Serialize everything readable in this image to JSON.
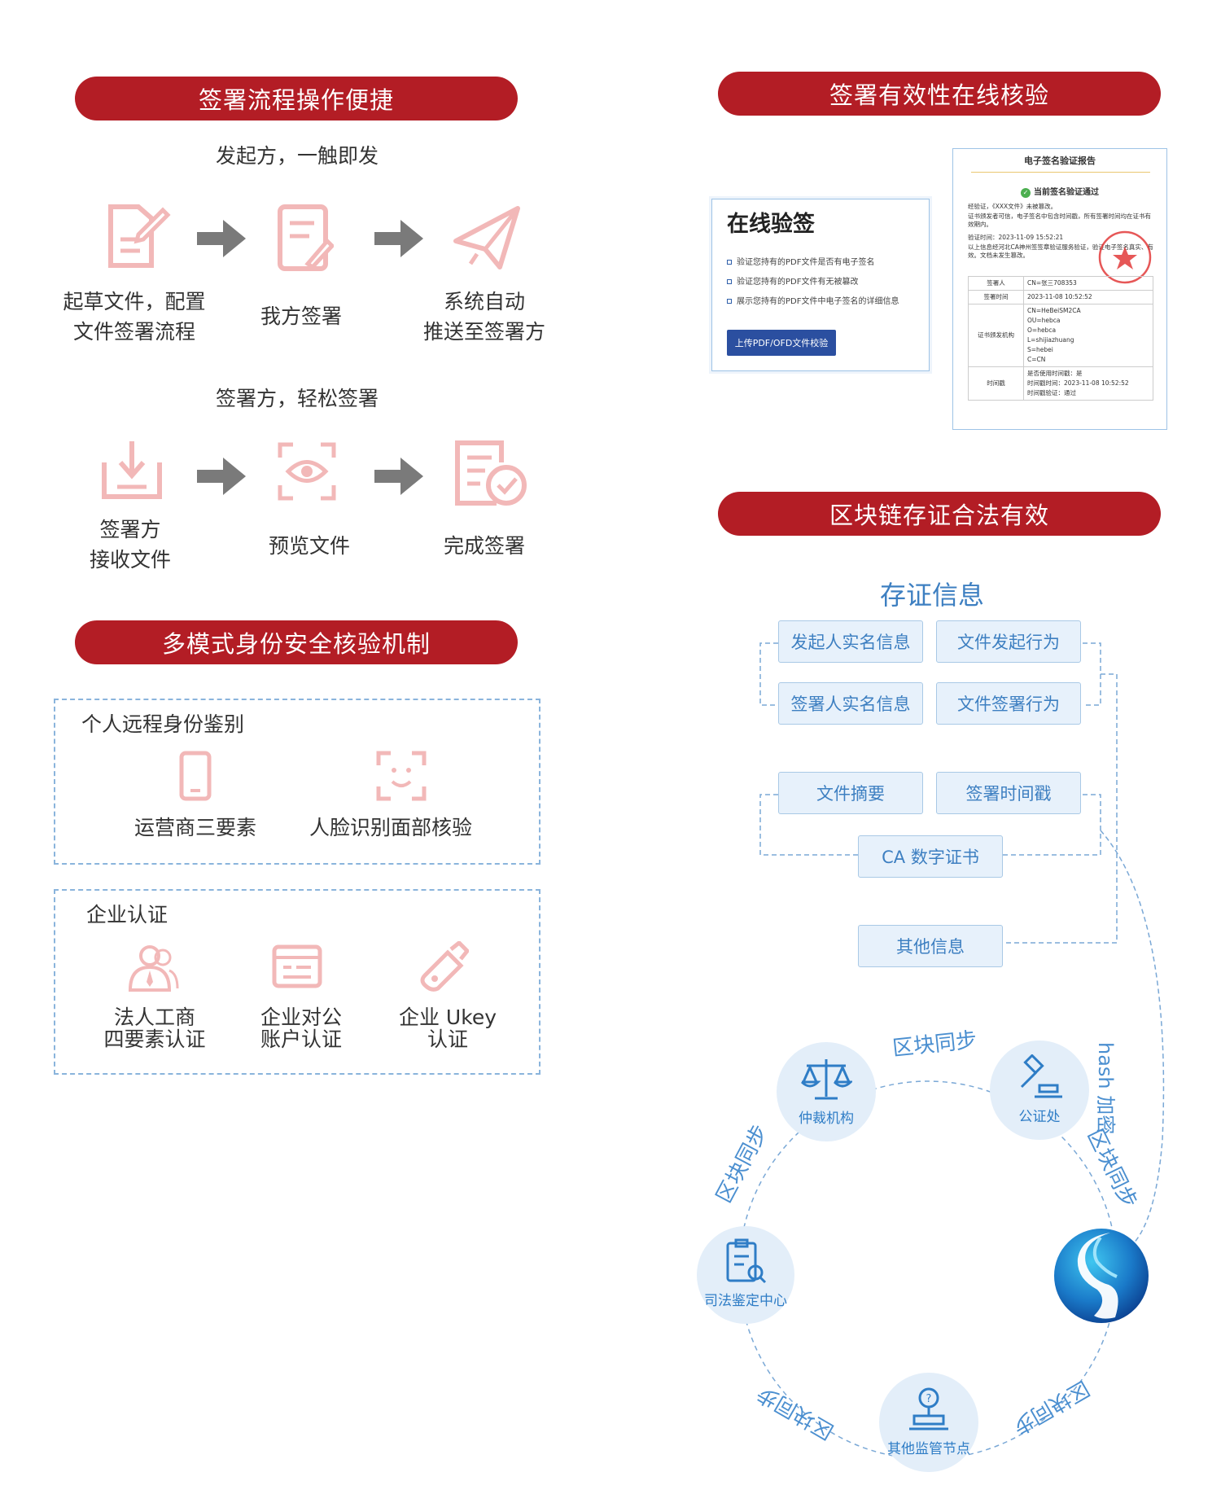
{
  "left": {
    "flow_title": "签署流程操作便捷",
    "initiator_subtitle": "发起方，一触即发",
    "initiator_steps": [
      "起草文件，配置\n文件签署流程",
      "我方签署",
      "系统自动\n推送至签署方"
    ],
    "signer_subtitle": "签署方，轻松签署",
    "signer_steps": [
      "签署方\n接收文件",
      "预览文件",
      "完成签署"
    ],
    "identity_title": "多模式身份安全核验机制",
    "personal": {
      "title": "个人远程身份鉴别",
      "items": [
        "运营商三要素",
        "人脸识别面部核验"
      ]
    },
    "enterprise": {
      "title": "企业认证",
      "items": [
        "法人工商\n四要素认证",
        "企业对公\n账户认证",
        "企业 Ukey\n认证"
      ]
    }
  },
  "right": {
    "verify_title": "签署有效性在线核验",
    "online_card": {
      "heading": "在线验签",
      "bullets": [
        "验证您持有的PDF文件是否有电子签名",
        "验证您持有的PDF文件有无被篡改",
        "展示您持有的PDF文件中电子签名的详细信息"
      ],
      "button": "上传PDF/OFD文件校验"
    },
    "report": {
      "title": "电子签名验证报告",
      "status": "当前签名验证通过",
      "para1": "经验证，《XXX文件》未被篡改。",
      "para2": "证书颁发者可信，电子签名中包含时间戳，所有签署时间均在证书有效期内。",
      "para3": "验证时间：2023-11-09 15:52:21",
      "para4": "以上信息经河北CA神州签签章验证服务验证，验证电子签名真实、有效。文档未发生篡改。",
      "rows": [
        {
          "k": "签署人",
          "v": "CN=张三708353"
        },
        {
          "k": "签署时间",
          "v": "2023-11-08  10:52:52"
        },
        {
          "k": "证书颁发机构",
          "v": "CN=HeBeiSM2CA\nOU=hebca\nO=hebca\nL=shijiazhuang\nS=hebei\nC=CN"
        },
        {
          "k": "时间戳",
          "v": "是否使用时间戳：是\n时间戳时间：2023-11-08  10:52:52\n时间戳验证：通过"
        }
      ]
    },
    "chain_title": "区块链存证合法有效",
    "evidence": {
      "heading": "存证信息",
      "tags": [
        "发起人实名信息",
        "文件发起行为",
        "签署人实名信息",
        "文件签署行为",
        "文件摘要",
        "签署时间戳",
        "CA 数字证书",
        "其他信息"
      ],
      "hash_label": "hash 加密"
    },
    "nodes": [
      "仲裁机构",
      "公证处",
      "司法鉴定中心",
      "其他监管节点"
    ],
    "sync_label": "区块同步"
  },
  "colors": {
    "brand_red": "#b31d25",
    "icon_pink": "#f2b8b8",
    "blue": "#3d7fc1",
    "light_blue": "#e7f1fb"
  }
}
